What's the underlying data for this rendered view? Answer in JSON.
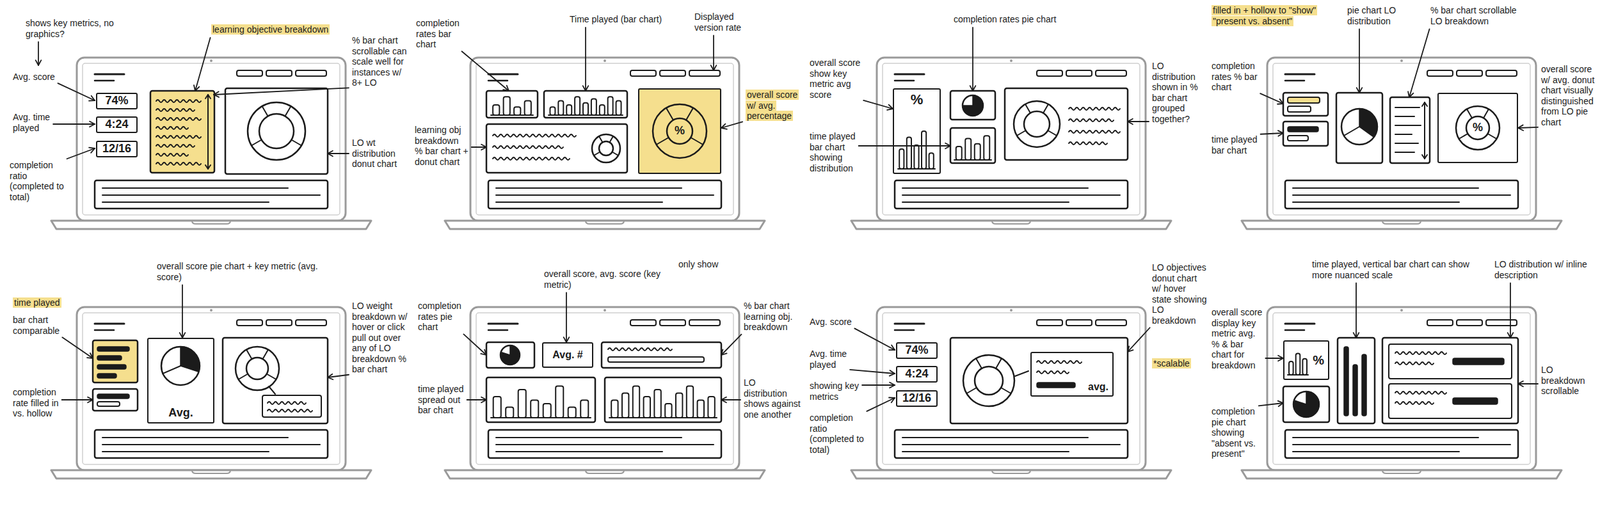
{
  "diagram": {
    "nodes": [
      {
        "text": [
          "74%"
        ]
      },
      {
        "text": [
          "4:24"
        ]
      },
      {
        "text": [
          "12/16"
        ]
      },
      {
        "text": [
          "%"
        ]
      },
      {
        "text": [
          "%"
        ]
      },
      {
        "text": [
          "%"
        ]
      },
      {
        "text": [
          "Avg."
        ]
      },
      {
        "text": [
          "Avg. #"
        ]
      },
      {
        "text": [
          "74%"
        ]
      },
      {
        "text": [
          "4:24"
        ]
      },
      {
        "text": [
          "12/16"
        ]
      },
      {
        "text": [
          "avg."
        ]
      },
      {
        "text": [
          "%"
        ]
      }
    ],
    "labels": [
      "shows key metrics, no graphics?",
      "learning objective breakdown",
      "Avg. score",
      "Avg. time played",
      "completion ratio (completed to total)",
      "% bar chart scrollable can scale well for instances w/ 8+ LO",
      "LO wt distribution donut chart",
      "completion rates bar chart",
      "Time played (bar chart)",
      "Displayed version rate",
      "overall score w/ avg. percentage",
      "learning obj breakdown % bar chart + donut chart",
      "completion rates pie chart",
      "overall score show key metric avg score",
      "LO distribution shown in % bar chart grouped together?",
      "time played bar chart showing distribution",
      "filled in + hollow to \"show\" \"present vs. absent\"",
      "pie chart LO distribution",
      "% bar chart scrollable LO breakdown",
      "completion rates % bar chart",
      "time played bar chart",
      "overall score w/ avg. donut chart visually distinguished from LO pie chart",
      "time played",
      "bar chart comparable",
      "overall score pie chart + key metric (avg. score)",
      "LO weight breakdown w/ hover or click pull out over any of LO breakdown % bar chart",
      "completion rate filled in vs. hollow",
      "completion rates pie chart",
      "overall score, avg. score (key metric)",
      "only show",
      "% bar chart learning obj. breakdown",
      "time played spread out bar chart",
      "LO distribution shows against one another",
      "Avg. score",
      "Avg. time played",
      "showing key metrics",
      "completion ratio (completed to total)",
      "LO objectives donut chart w/ hover state showing LO breakdown",
      "*scalable",
      "time played, vertical bar chart can show more nuanced scale",
      "LO distribution w/ inline description",
      "overall score display key metric avg. % & bar chart for breakdown",
      "completion pie chart showing \"absent vs. present\"",
      "LO breakdown scrollable"
    ]
  }
}
